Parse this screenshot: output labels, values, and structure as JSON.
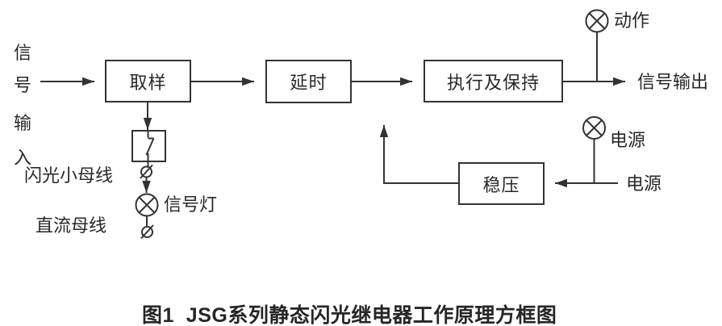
{
  "figure": {
    "caption": "图1  JSG系列静态闪光继电器工作原理方框图"
  },
  "diagram": {
    "blocks": [
      {
        "id": "sampling",
        "label": "取样"
      },
      {
        "id": "delay",
        "label": "延时"
      },
      {
        "id": "execute_hold",
        "label": "执行及保持"
      },
      {
        "id": "regulator",
        "label": "稳压"
      }
    ],
    "labels": {
      "signal_input_chars": [
        "信",
        "号",
        "输",
        "入"
      ],
      "flash_bus": "闪光小母线",
      "dc_bus": "直流母线",
      "signal_lamp": "信号灯",
      "action_lamp": "动作",
      "signal_output": "信号输出",
      "power_lamp": "电源",
      "power_source": "电源"
    },
    "icons": {
      "action_lamp": "lamp-icon",
      "power_lamp": "lamp-icon",
      "signal_lamp": "lamp-icon",
      "terminal_upper": "terminal-icon",
      "terminal_lower": "terminal-icon",
      "contact": "switch-contact-icon"
    },
    "colors": {
      "line": "#333333",
      "text": "#282828",
      "background": "#ffffff"
    }
  }
}
